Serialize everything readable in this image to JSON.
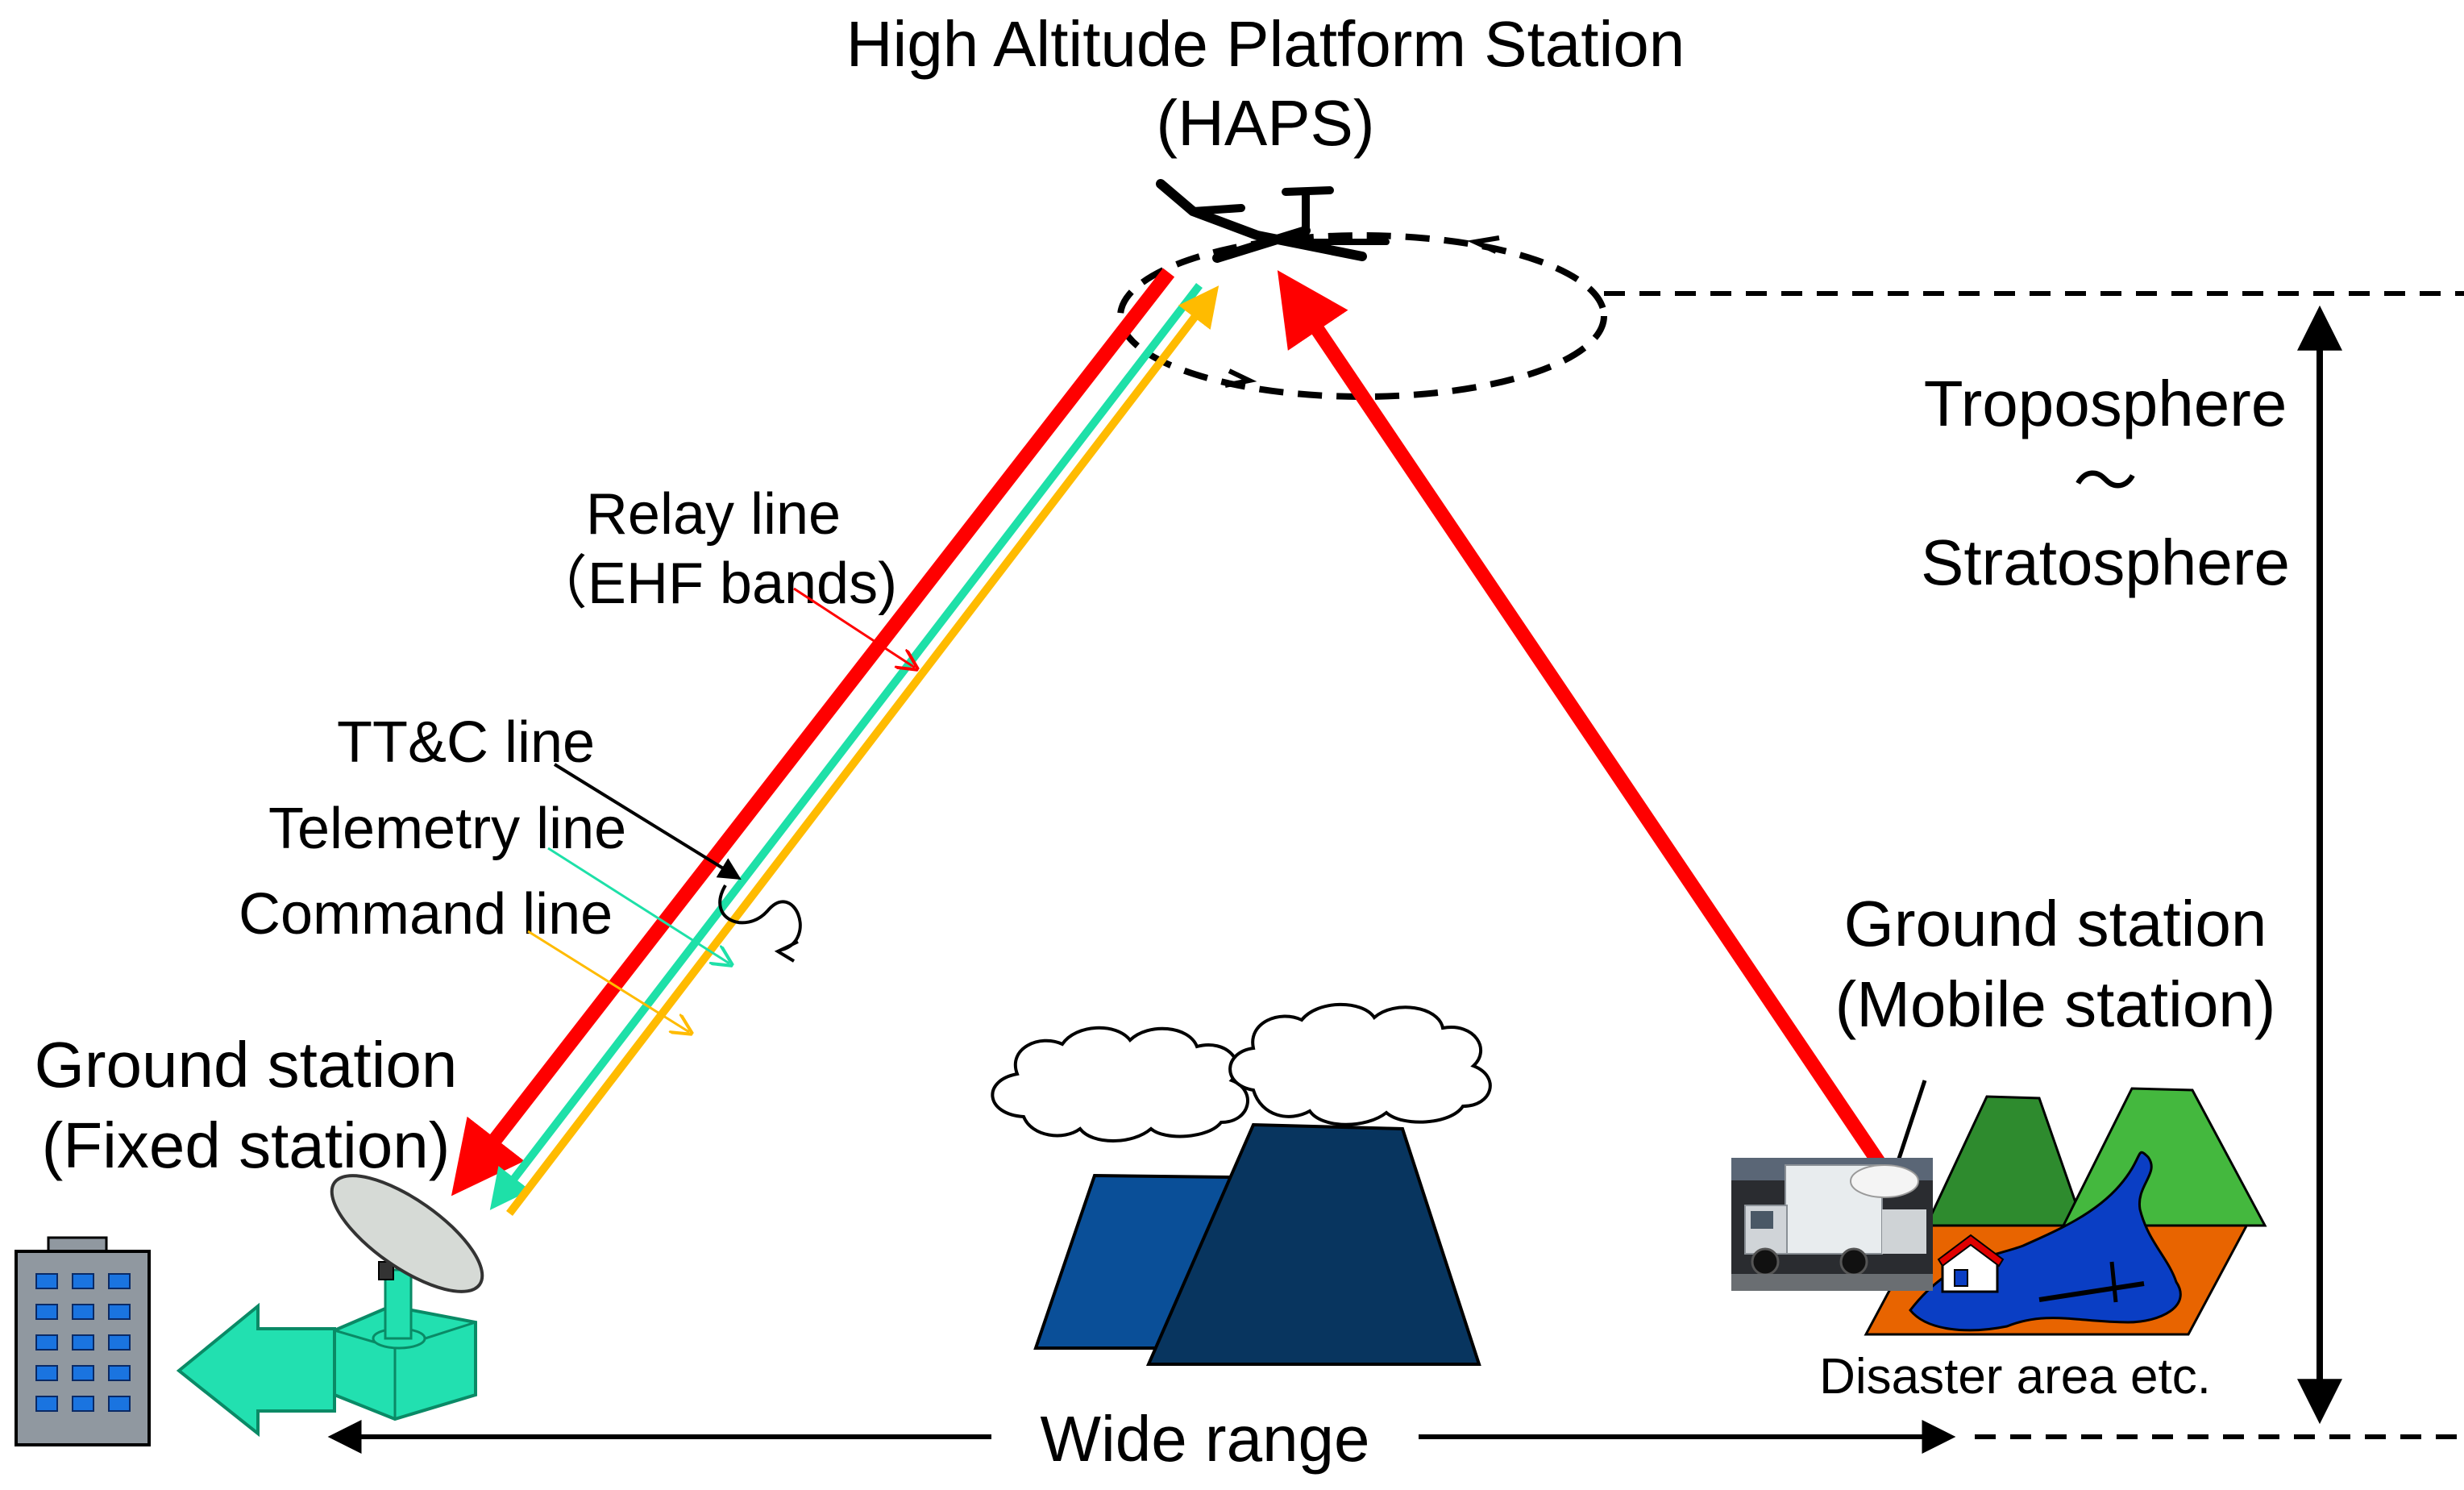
{
  "haps": {
    "title_line1": "High Altitude Platform Station",
    "title_line2": "(HAPS)"
  },
  "atmosphere": {
    "line1": "Troposphere",
    "line2": "～",
    "line3": "Stratosphere"
  },
  "links": {
    "relay_line1": "Relay line",
    "relay_line2": "（EHF bands)",
    "ttc": "TT&C line",
    "telemetry": "Telemetry line",
    "command": "Command line"
  },
  "fixed_station": {
    "line1": "Ground station",
    "line2": "(Fixed station)"
  },
  "mobile_station": {
    "line1": "Ground station",
    "line2": "(Mobile station)"
  },
  "disaster": "Disaster area etc.",
  "range": "Wide range",
  "colors": {
    "relay": "#ff0000",
    "telemetry": "#1ee0a8",
    "command": "#ffbb00",
    "ground_equipment": "#22e0b0",
    "mountain_front": "#08355f",
    "mountain_back": "#0a4f98",
    "hill_dark": "#2e8b2e",
    "hill_light": "#44b83e",
    "terrain": "#e86400",
    "water": "#0a3ec4",
    "building": "#9098a0"
  },
  "icons": {
    "aircraft": "haps-aircraft-icon",
    "building": "office-building-icon",
    "dish": "parabolic-dish-antenna-icon",
    "truck": "mobile-station-truck-icon",
    "mountains": "mountain-icon",
    "clouds": "cloud-icon",
    "terrain": "disaster-area-map-icon"
  }
}
